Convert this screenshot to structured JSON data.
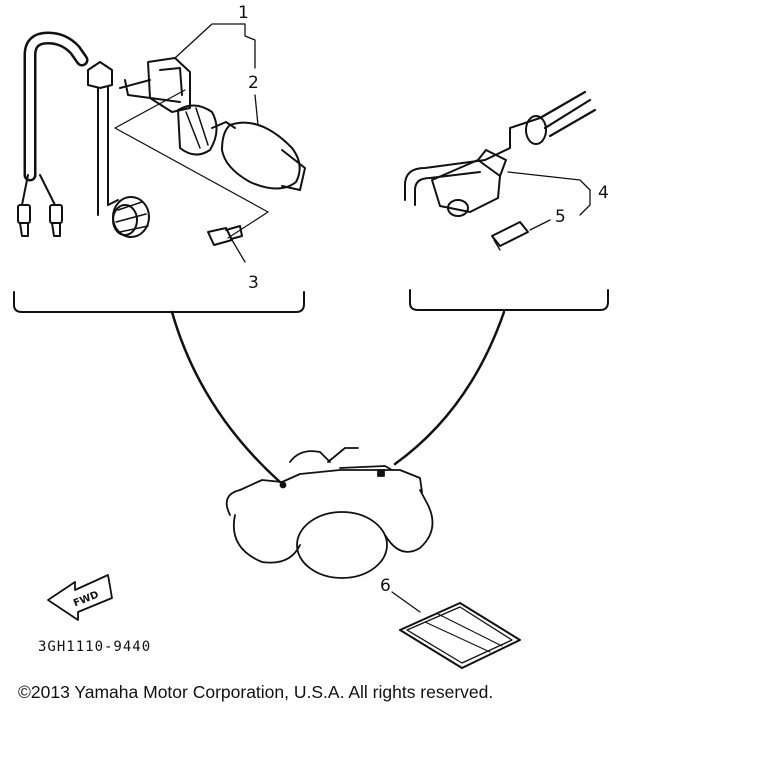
{
  "callouts": {
    "c1": "1",
    "c2": "2",
    "c3": "3",
    "c4": "4",
    "c5": "5",
    "c6": "6"
  },
  "direction_label": "FWD",
  "part_code": "3GH1110-9440",
  "copyright": "©2013 Yamaha Motor Corporation, U.S.A. All rights reserved.",
  "colors": {
    "ink": "#111111",
    "background": "#ffffff"
  }
}
